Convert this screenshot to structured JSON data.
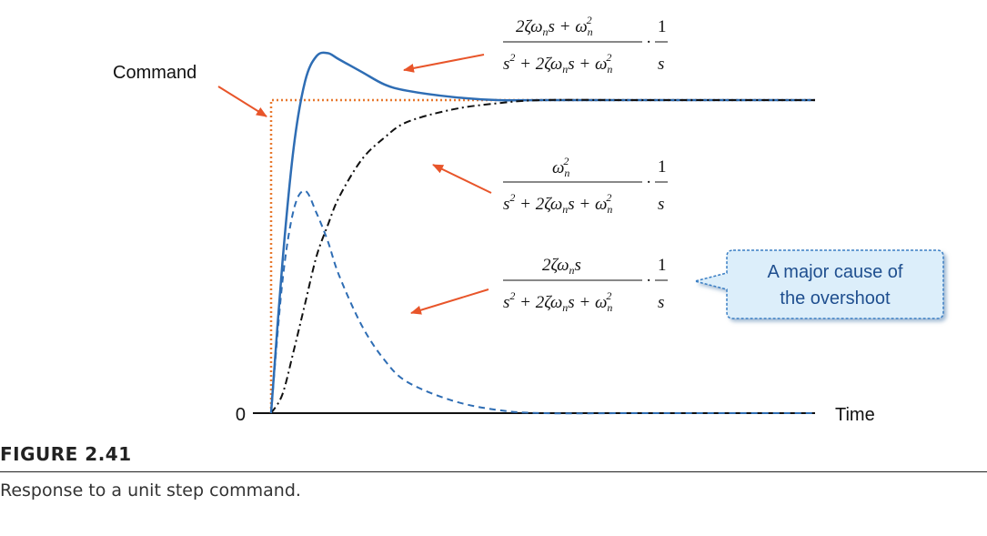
{
  "chart_data": {
    "type": "line",
    "title": "",
    "xlabel": "Time",
    "ylabel": "",
    "origin_label": "0",
    "xlim": [
      0,
      12
    ],
    "ylim": [
      0,
      1.3
    ],
    "grid": false,
    "series": [
      {
        "name": "Command",
        "style": "dotted",
        "color": "#e8792f",
        "x": [
          0,
          0,
          12
        ],
        "values": [
          0,
          1,
          1
        ]
      },
      {
        "name": "",
        "style": "solid",
        "color": "#2e6db4",
        "x": [
          0,
          0.25,
          0.5,
          0.75,
          1,
          1.25,
          1.5,
          2,
          2.5,
          3,
          4,
          5,
          6,
          8,
          10,
          12
        ],
        "values": [
          0,
          0.48,
          0.85,
          1.06,
          1.14,
          1.15,
          1.13,
          1.09,
          1.05,
          1.03,
          1.01,
          1.0,
          1.0,
          1.0,
          1.0,
          1.0
        ]
      },
      {
        "name": "",
        "style": "dashdot",
        "color": "#111111",
        "x": [
          0,
          0.25,
          0.5,
          0.75,
          1,
          1.25,
          1.5,
          2,
          2.5,
          3,
          4,
          5,
          6,
          8,
          10,
          12
        ],
        "values": [
          0,
          0.06,
          0.2,
          0.35,
          0.5,
          0.6,
          0.69,
          0.81,
          0.88,
          0.93,
          0.97,
          0.99,
          1.0,
          1.0,
          1.0,
          1.0
        ]
      },
      {
        "name": "",
        "style": "dashed",
        "color": "#2e6db4",
        "x": [
          0,
          0.25,
          0.5,
          0.75,
          1,
          1.25,
          1.5,
          2,
          2.5,
          3,
          4,
          5,
          6,
          8,
          10,
          12
        ],
        "values": [
          0,
          0.42,
          0.65,
          0.71,
          0.64,
          0.55,
          0.44,
          0.28,
          0.17,
          0.1,
          0.04,
          0.01,
          0.0,
          0.0,
          0.0,
          0.0
        ]
      }
    ],
    "annotations": {
      "command_label": "Command",
      "callout": "A major cause of the overshoot"
    }
  },
  "figure": {
    "label": "FIGURE 2.41",
    "caption": "Response to a unit step command."
  }
}
